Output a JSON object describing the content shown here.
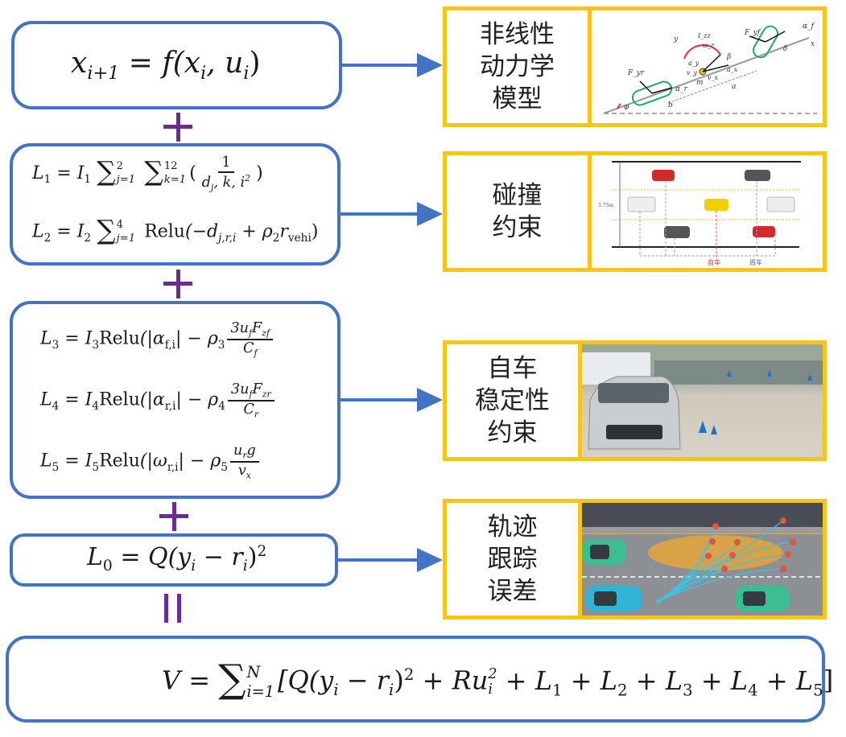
{
  "colors": {
    "formula_box_border": "#4472c4",
    "arrow": "#4472c4",
    "operator": "#6a2c91",
    "panel_border": "#f5c518"
  },
  "operators": {
    "plus_1": "+",
    "plus_2": "+",
    "plus_3": "+",
    "equals": "="
  },
  "formulas": {
    "dynamics": {
      "lhs": "x",
      "lhs_sub": "i+1",
      "eq": "=",
      "f": "f",
      "args": "(x",
      "arg1_sub": "i",
      "comma": ", u",
      "arg2_sub": "i",
      "close": ")"
    },
    "collision": {
      "L1": {
        "name": "L",
        "sub": "1",
        "eq": "=",
        "coef": "I",
        "coef_sub": "1",
        "sum1_upper": "2",
        "sum1_lower": "j=1",
        "sum2_upper": "12",
        "sum2_lower": "k=1",
        "open": "(",
        "numerator": "1",
        "denominator": "d",
        "den_sub": "j",
        "den_rest": ", k, i",
        "den_sup": "2",
        "close": ")"
      },
      "L2": {
        "name": "L",
        "sub": "2",
        "eq": "=",
        "coef": "I",
        "coef_sub": "2",
        "sum_upper": "4",
        "sum_lower": "j=1",
        "func": "Relu",
        "open": "(−d",
        "d_sub": "j,r,i",
        "plus": " + ρ",
        "rho_sub": "2",
        "r": "r",
        "r_sub": "vehi",
        "close": ")"
      }
    },
    "stability": {
      "L3": {
        "name": "L",
        "sub": "3",
        "eq": "=",
        "coef": "I",
        "coef_sub": "3",
        "func": "Relu",
        "open": "(|α",
        "abs_sub": "f,i",
        "minus": "| − ρ",
        "rho_sub": "3",
        "num": "3u",
        "num_sub1": "f",
        "num_F": "F",
        "num_sub2": "zf",
        "den": "C",
        "den_sub": "f"
      },
      "L4": {
        "name": "L",
        "sub": "4",
        "eq": "=",
        "coef": "I",
        "coef_sub": "4",
        "func": "Relu",
        "open": "(|α",
        "abs_sub": "r,i",
        "minus": "| − ρ",
        "rho_sub": "4",
        "num": "3u",
        "num_sub1": "f",
        "num_F": "F",
        "num_sub2": "zr",
        "den": "C",
        "den_sub": "r"
      },
      "L5": {
        "name": "L",
        "sub": "5",
        "eq": "=",
        "coef": "I",
        "coef_sub": "5",
        "func": "Relu",
        "open": "(|ω",
        "abs_sub": "r,i",
        "minus": "| − ρ",
        "rho_sub": "5",
        "num": "u",
        "num_sub1": "r",
        "num_F": "g",
        "num_sub2": "",
        "den": "v",
        "den_sub": "x"
      }
    },
    "tracking": {
      "name": "L",
      "sub": "0",
      "eq": "=",
      "q": "Q(y",
      "y_sub": "i",
      "minus": " − r",
      "r_sub": "i",
      "close": ")",
      "sup": "2"
    },
    "total": {
      "lhs": "V",
      "eq": "=",
      "sum_upper": "N",
      "sum_lower": "i=1",
      "open": "[Q(y",
      "y_sub": "i",
      "minus": " − r",
      "r_sub": "i",
      "close": ")",
      "sup": "2",
      "ru": " + Ru",
      "u_sub": "i",
      "u_sup": "2",
      "terms": [
        {
          "pre": " + L",
          "sub": "1"
        },
        {
          "pre": " + L",
          "sub": "2"
        },
        {
          "pre": " + L",
          "sub": "3"
        },
        {
          "pre": " + L",
          "sub": "4"
        },
        {
          "pre": " + L",
          "sub": "5"
        }
      ],
      "end": "]"
    }
  },
  "panels": [
    {
      "label_lines": [
        "非线性",
        "动力学",
        "模型"
      ],
      "image": "vehicle-dynamics-diagram",
      "diagram_labels": {
        "alpha_f": "α_f",
        "F_yf": "F_yf",
        "x": "x",
        "y": "y",
        "I_zz": "I_zz",
        "omega_r": "ω_r",
        "beta": "β",
        "delta": "δ",
        "a_y": "a_y",
        "v_y": "v_y",
        "a_x": "a_x",
        "v_x": "v_x",
        "m": "m",
        "F_yr": "F_yr",
        "alpha_r": "α_r",
        "a": "a",
        "b": "b",
        "phi": "φ"
      }
    },
    {
      "label_lines": [
        "碰撞",
        "约束"
      ],
      "image": "lane-collision-diagram",
      "diagram_labels": {
        "lane_width": "3.75m",
        "ego": "自车",
        "surrounding": "周车"
      }
    },
    {
      "label_lines": [
        "自车",
        "稳定性",
        "约束"
      ],
      "image": "vehicle-test-photo"
    },
    {
      "label_lines": [
        "轨迹",
        "跟踪",
        "误差"
      ],
      "image": "trajectory-sampling-diagram"
    }
  ]
}
